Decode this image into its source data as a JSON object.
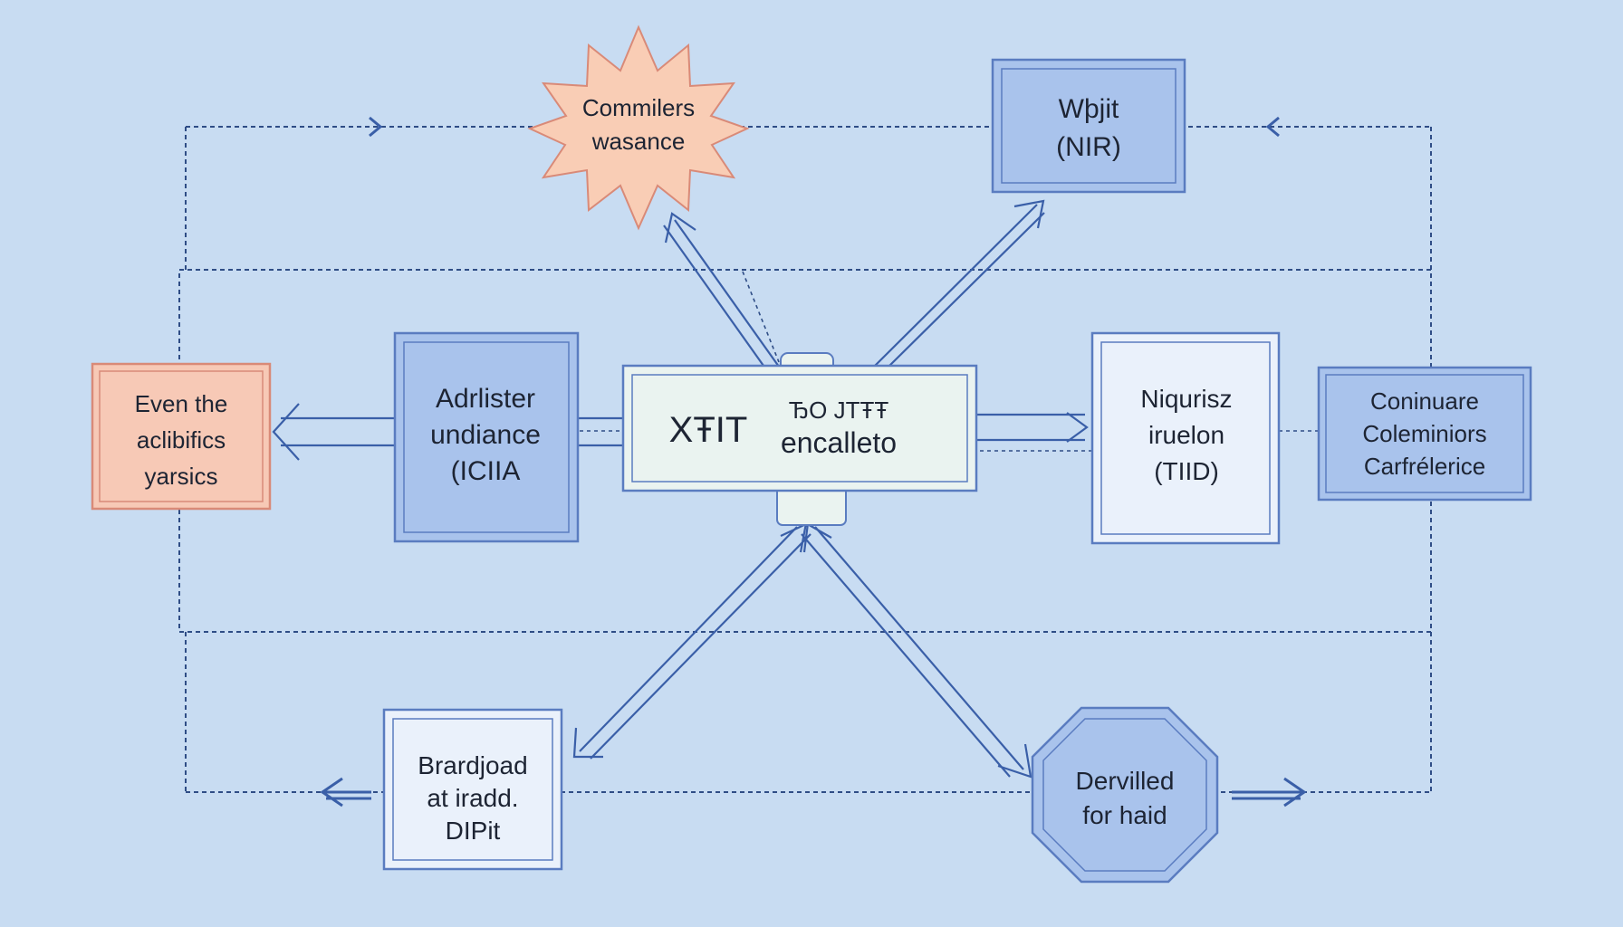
{
  "nodes": {
    "starburst": {
      "lines": [
        "Commilers",
        "wasance"
      ]
    },
    "top_right": {
      "lines": [
        "Wþjit",
        "(NIR)"
      ]
    },
    "left_salmon": {
      "lines": [
        "Even the",
        "aclibifics",
        "yarsics"
      ]
    },
    "left_blue": {
      "lines": [
        "Adrlister",
        "undiance",
        "(ICIIA"
      ]
    },
    "center": {
      "symbols": "XŦIT",
      "glyphs": "ЂО ЈТŦŦ",
      "word": "encalleto"
    },
    "right_white": {
      "lines": [
        "Niqurisz",
        "iruelon",
        "(TIID)"
      ]
    },
    "far_right": {
      "lines": [
        "Coninuare",
        "Coleminiors",
        "Carfrélerice"
      ]
    },
    "bottom_left": {
      "lines": [
        "Brardjoad",
        "at iradd.",
        "DIPit"
      ]
    },
    "bottom_right": {
      "lines": [
        "Dervilled",
        "for haid"
      ]
    }
  },
  "colors": {
    "background": "#c8dcf2",
    "frame_line": "#2f4d86",
    "arrow": "#3a5fa8",
    "box_blue": "#a9c3ec",
    "box_blue_border": "#5a7cc0",
    "box_pale": "#eaf1fb",
    "center_fill": "#eaf3f0",
    "salmon": "#f7c9b6",
    "salmon_border": "#d98a78",
    "star": "#f9cdb5"
  }
}
